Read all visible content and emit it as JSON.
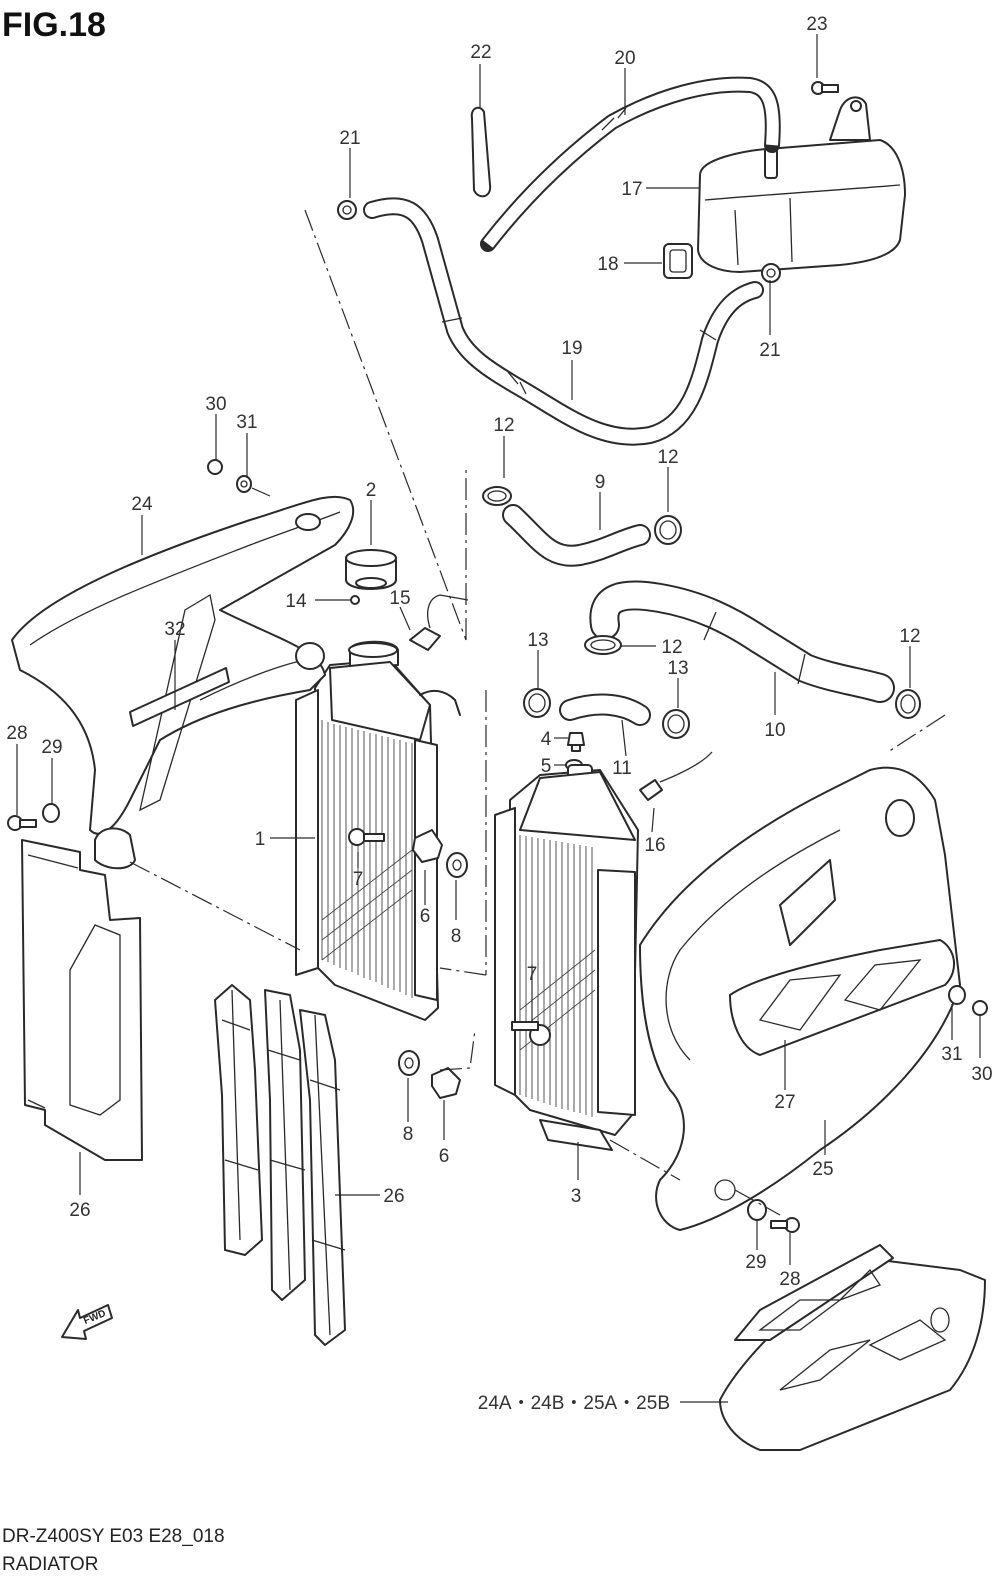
{
  "figure": {
    "title": "FIG.18"
  },
  "footer": {
    "model": "DR-Z400SY E03 E28_018",
    "section": "RADIATOR"
  },
  "fwd_marker": "FWD",
  "callouts": {
    "c1": "1",
    "c2": "2",
    "c3": "3",
    "c4": "4",
    "c5": "5",
    "c6a": "6",
    "c6b": "6",
    "c7a": "7",
    "c7b": "7",
    "c8a": "8",
    "c8b": "8",
    "c9": "9",
    "c10": "10",
    "c11": "11",
    "c12a": "12",
    "c12b": "12",
    "c12c": "12",
    "c12d": "12",
    "c13a": "13",
    "c13b": "13",
    "c14": "14",
    "c15": "15",
    "c16": "16",
    "c17": "17",
    "c18": "18",
    "c19": "19",
    "c20": "20",
    "c21a": "21",
    "c21b": "21",
    "c22": "22",
    "c23": "23",
    "c24": "24",
    "c25": "25",
    "c26a": "26",
    "c26b": "26",
    "c27": "27",
    "c28a": "28",
    "c28b": "28",
    "c29a": "29",
    "c29b": "29",
    "c30a": "30",
    "c30b": "30",
    "c31a": "31",
    "c31b": "31",
    "c32": "32",
    "c24ab": "24A・24B・25A・25B"
  }
}
